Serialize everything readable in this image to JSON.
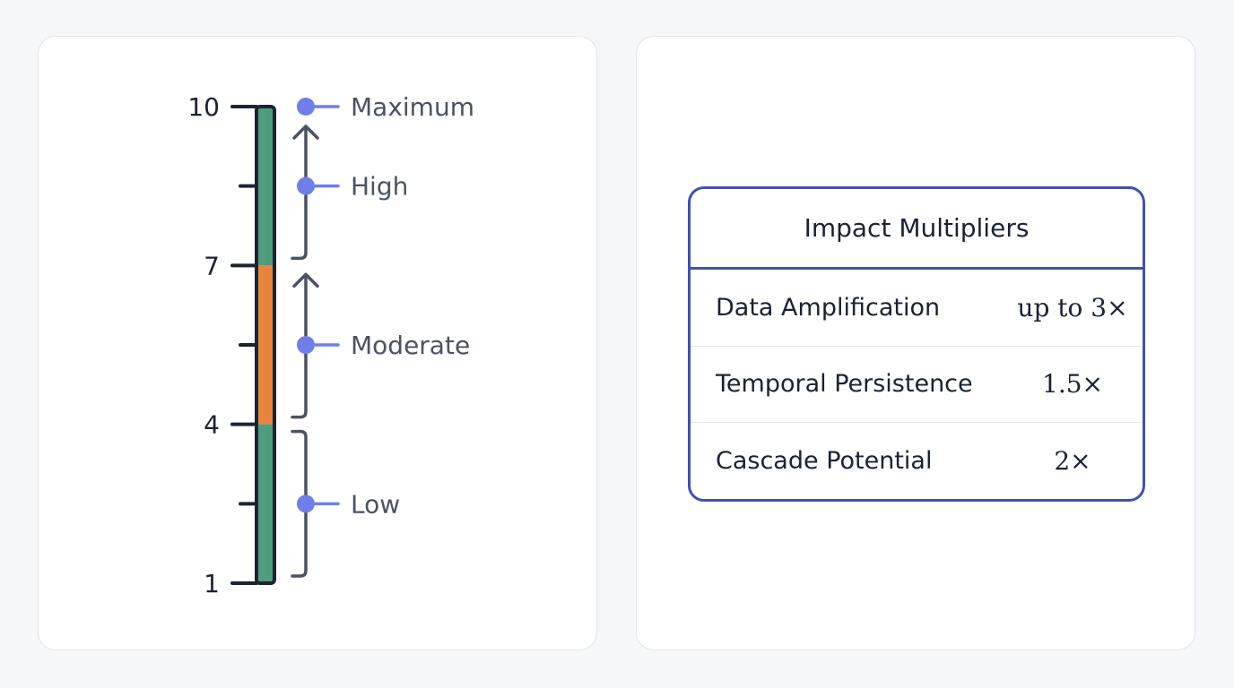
{
  "scale": {
    "min": 1,
    "max": 10,
    "tick_labels": [
      "10",
      "7",
      "4",
      "1"
    ],
    "tick_values": [
      10,
      7,
      4,
      1
    ],
    "minor_tick_values": [
      8.5,
      5.5,
      2.5
    ],
    "segments": [
      {
        "from": 7,
        "to": 10,
        "color": "#4e9d7e"
      },
      {
        "from": 4,
        "to": 7,
        "color": "#e9843f"
      },
      {
        "from": 1,
        "to": 4,
        "color": "#4e9d7e"
      }
    ],
    "levels": [
      {
        "label": "Maximum",
        "value": 10
      },
      {
        "label": "High",
        "value": 8.5
      },
      {
        "label": "Moderate",
        "value": 5.5
      },
      {
        "label": "Low",
        "value": 2.5
      }
    ],
    "colors": {
      "bar_outline": "#1c2430",
      "marker": "#6f7fe8",
      "bracket": "#4a5361",
      "label": "#4a5361",
      "tick_label": "#1a2233"
    }
  },
  "table": {
    "title": "Impact Multipliers",
    "rows": [
      {
        "label": "Data Amplification",
        "value": "up to 3×"
      },
      {
        "label": "Temporal Persistence",
        "value": "1.5×"
      },
      {
        "label": "Cascade Potential",
        "value": "2×"
      }
    ],
    "border_color": "#3f51b5"
  }
}
